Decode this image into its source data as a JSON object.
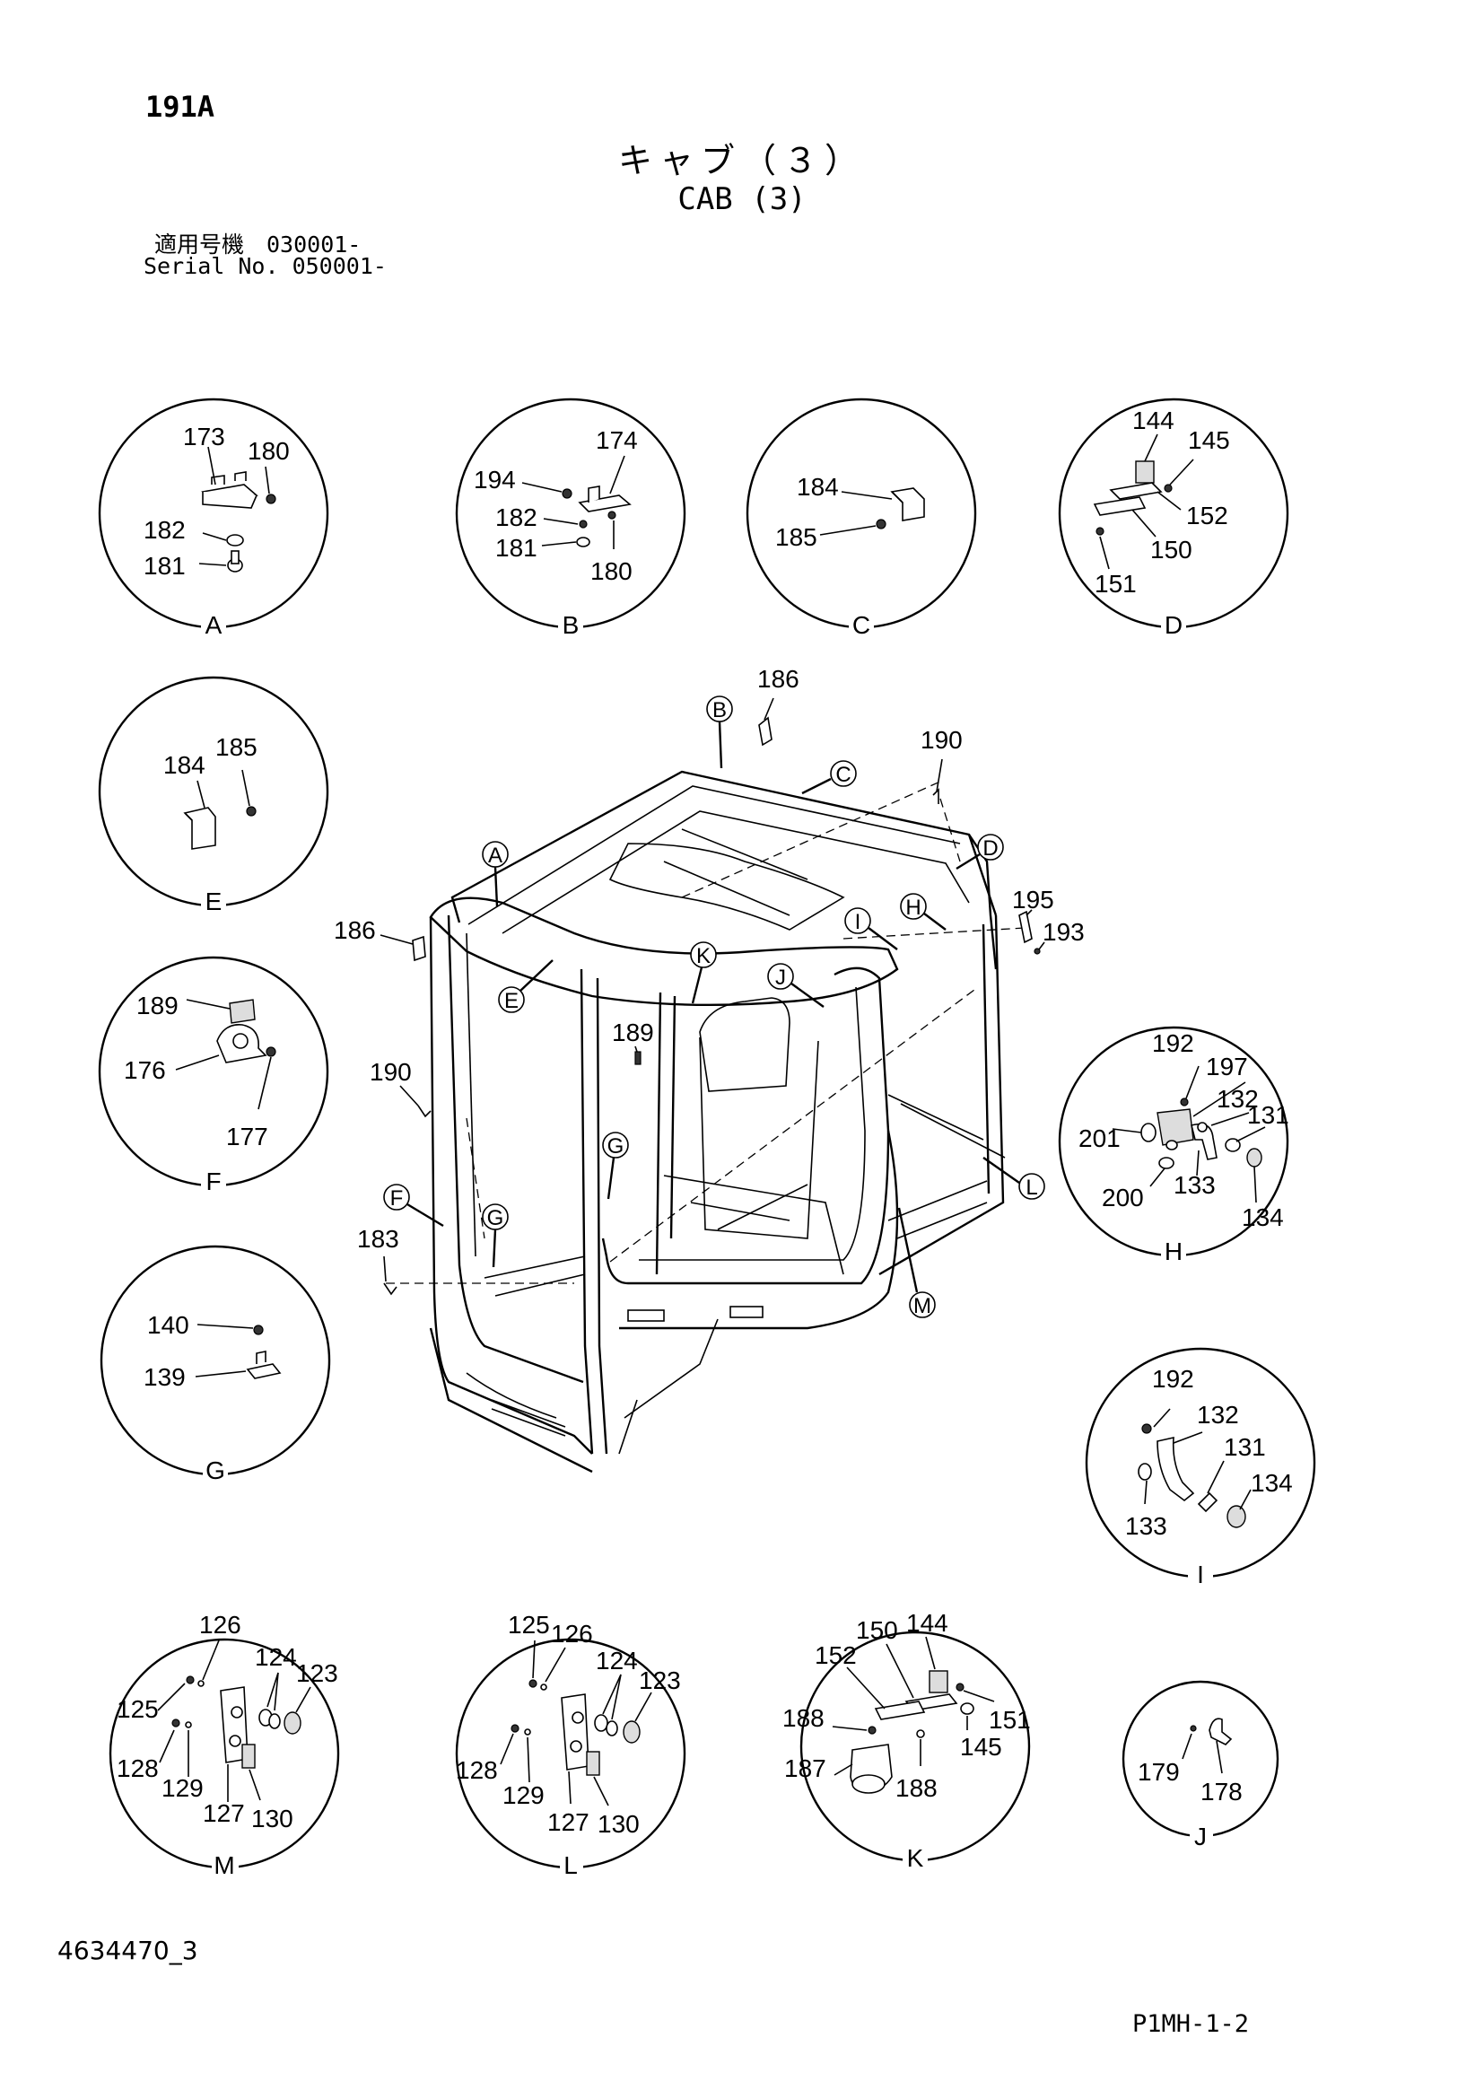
{
  "header": {
    "page_code": "191A",
    "title_jp": "キャブ（３）",
    "title_en": "CAB (3)",
    "serial_line_1": "適用号機　030001-",
    "serial_line_2": "Serial No. 050001-"
  },
  "footer": {
    "doc_number": "4634470_3",
    "page_ref": "P1MH-1-2"
  },
  "details": {
    "A": {
      "label": "A",
      "parts": [
        "173",
        "180",
        "182",
        "181"
      ]
    },
    "B": {
      "label": "B",
      "parts": [
        "174",
        "194",
        "182",
        "181",
        "180"
      ]
    },
    "C": {
      "label": "C",
      "parts": [
        "184",
        "185"
      ]
    },
    "D": {
      "label": "D",
      "parts": [
        "144",
        "145",
        "152",
        "150",
        "151"
      ]
    },
    "E": {
      "label": "E",
      "parts": [
        "184",
        "185"
      ]
    },
    "F": {
      "label": "F",
      "parts": [
        "189",
        "176",
        "177"
      ]
    },
    "G": {
      "label": "G",
      "parts": [
        "140",
        "139"
      ]
    },
    "H": {
      "label": "H",
      "parts": [
        "192",
        "197",
        "132",
        "131",
        "201",
        "200",
        "133",
        "134"
      ]
    },
    "I": {
      "label": "I",
      "parts": [
        "192",
        "132",
        "131",
        "134",
        "133"
      ]
    },
    "M": {
      "label": "M",
      "parts": [
        "126",
        "124",
        "123",
        "125",
        "128",
        "129",
        "127",
        "130"
      ]
    },
    "L": {
      "label": "L",
      "parts": [
        "125",
        "126",
        "124",
        "123",
        "128",
        "129",
        "127",
        "130"
      ]
    },
    "K": {
      "label": "K",
      "parts": [
        "144",
        "150",
        "152",
        "188",
        "151",
        "145",
        "187",
        "188"
      ]
    },
    "J": {
      "label": "J",
      "parts": [
        "179",
        "178"
      ]
    }
  },
  "main_view": {
    "callouts": [
      "B",
      "C",
      "D",
      "A",
      "H",
      "I",
      "K",
      "J",
      "E",
      "G",
      "F",
      "G",
      "L",
      "M"
    ],
    "parts": [
      "186",
      "190",
      "195",
      "193",
      "186",
      "189",
      "190",
      "183"
    ]
  }
}
